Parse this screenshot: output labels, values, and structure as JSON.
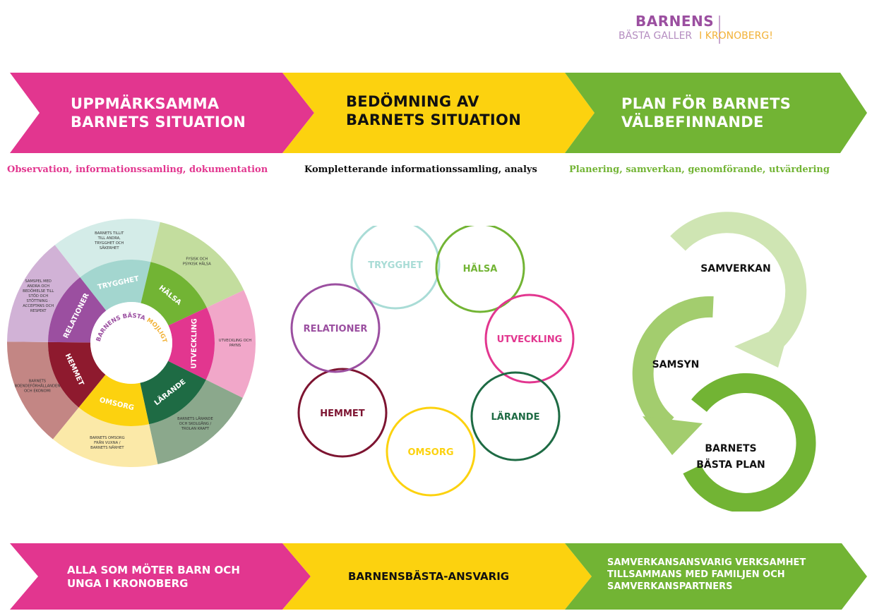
{
  "logo": {
    "line1": "BARNENS",
    "line2a": "BÄSTA GALLER",
    "line2b": "I KRONOBERG!"
  },
  "colors": {
    "pink": "#e2368f",
    "yellow": "#fcd20f",
    "green": "#72b434"
  },
  "stages": [
    {
      "title": "UPPMÄRKSAMMA\nBARNETS SITUATION",
      "subtitle": "Observation, informationssamling, dokumentation"
    },
    {
      "title": "BEDÖMNING AV\nBARNETS SITUATION",
      "subtitle": "Kompletterande informationssamling, analys"
    },
    {
      "title": "PLAN FÖR BARNETS\nVÄLBEFINNANDE",
      "subtitle": "Planering, samverkan, genomförande, utvärdering"
    }
  ],
  "wheel": {
    "center": "BARNENS BÄSTA",
    "center_highlight": "MOJLIGT",
    "segments": [
      {
        "name": "TRYGGHET",
        "inner_color": "#a3d6cf",
        "outer_color": "#d4ece8",
        "outer_text": "BARNETS TILLIT TILL ANDRA, TRYGGHET OCH SÄKERHET"
      },
      {
        "name": "HÄLSA",
        "inner_color": "#72b434",
        "outer_color": "#c3dd9e",
        "outer_text": "FYSISK OCH PSYKISK HÄLSA"
      },
      {
        "name": "UTVECKLING",
        "inner_color": "#e2368f",
        "outer_color": "#f1a7c9",
        "outer_text": "UTVECKLING OCH PAYNS"
      },
      {
        "name": "LÄRANDE",
        "inner_color": "#1e6b44",
        "outer_color": "#8ba88c",
        "outer_text": "BARNETS LÄRANDE OCH SKOLGÅNG / TROLAN KRAFT"
      },
      {
        "name": "OMSORG",
        "inner_color": "#fcd20f",
        "outer_color": "#fbe9a8",
        "outer_text": "BARNETS OMSORG FRÅN VUXNA / BARNETS NÄRHET"
      },
      {
        "name": "HEMMET",
        "inner_color": "#8e1a2e",
        "outer_color": "#c38684",
        "outer_text": "BARNETS BOENDEFÖRHÅLLANDEN OCH EKONOMI"
      },
      {
        "name": "RELATIONER",
        "inner_color": "#9b4fa0",
        "outer_color": "#d1b2d6",
        "outer_text": "SAMSPEL MED ANDRA OCH BEDÖMELSE TILL STÖD OCH STÖTTNING · ACCEPTANS OCH RESPEKT"
      }
    ]
  },
  "circles": [
    {
      "label": "TRYGGHET",
      "color": "#a9dcd6"
    },
    {
      "label": "HÄLSA",
      "color": "#72b434"
    },
    {
      "label": "UTVECKLING",
      "color": "#e2368f"
    },
    {
      "label": "LÄRANDE",
      "color": "#1e6b44"
    },
    {
      "label": "OMSORG",
      "color": "#fcd20f"
    },
    {
      "label": "HEMMET",
      "color": "#7d1431"
    },
    {
      "label": "RELATIONER",
      "color": "#9b4fa0"
    }
  ],
  "cycle": {
    "samverkan": "SAMVERKAN",
    "samsyn": "SAMSYN",
    "plan": "BARNETS\nBÄSTA PLAN",
    "colors": [
      "#cfe5b3",
      "#a3cd6e",
      "#72b434"
    ]
  },
  "bottom": [
    {
      "text": "ALLA SOM MÖTER BARN OCH\nUNGA I KRONOBERG"
    },
    {
      "text": "BARNENSBÄSTA-ANSVARIG"
    },
    {
      "text": "SAMVERKANSANSVARIG VERKSAMHET\nTILLSAMMANS MED FAMILJEN OCH\nSAMVERKANSPARTNERS"
    }
  ]
}
